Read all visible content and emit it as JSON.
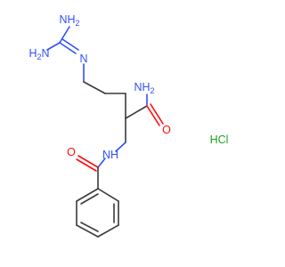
{
  "molecule": {
    "atoms": {
      "guanidine_nh2_top": "NH",
      "guanidine_nh2_top_sub": "2",
      "guanidine_nh2_left": "H",
      "guanidine_nh2_left_2": "N",
      "guanidine_nh2_left_sub": "2",
      "imine_n": "N",
      "amide_nh2": "NH",
      "amide_nh2_sub": "2",
      "amide_o": "O",
      "benzamide_o": "O",
      "benzamide_nh": "NH",
      "hcl": "HCl"
    },
    "colors": {
      "carbon_bond": "#3a3a3a",
      "nitrogen": "#3050f8",
      "oxygen": "#ff0d0d",
      "chlorine": "#1fa01f"
    }
  }
}
